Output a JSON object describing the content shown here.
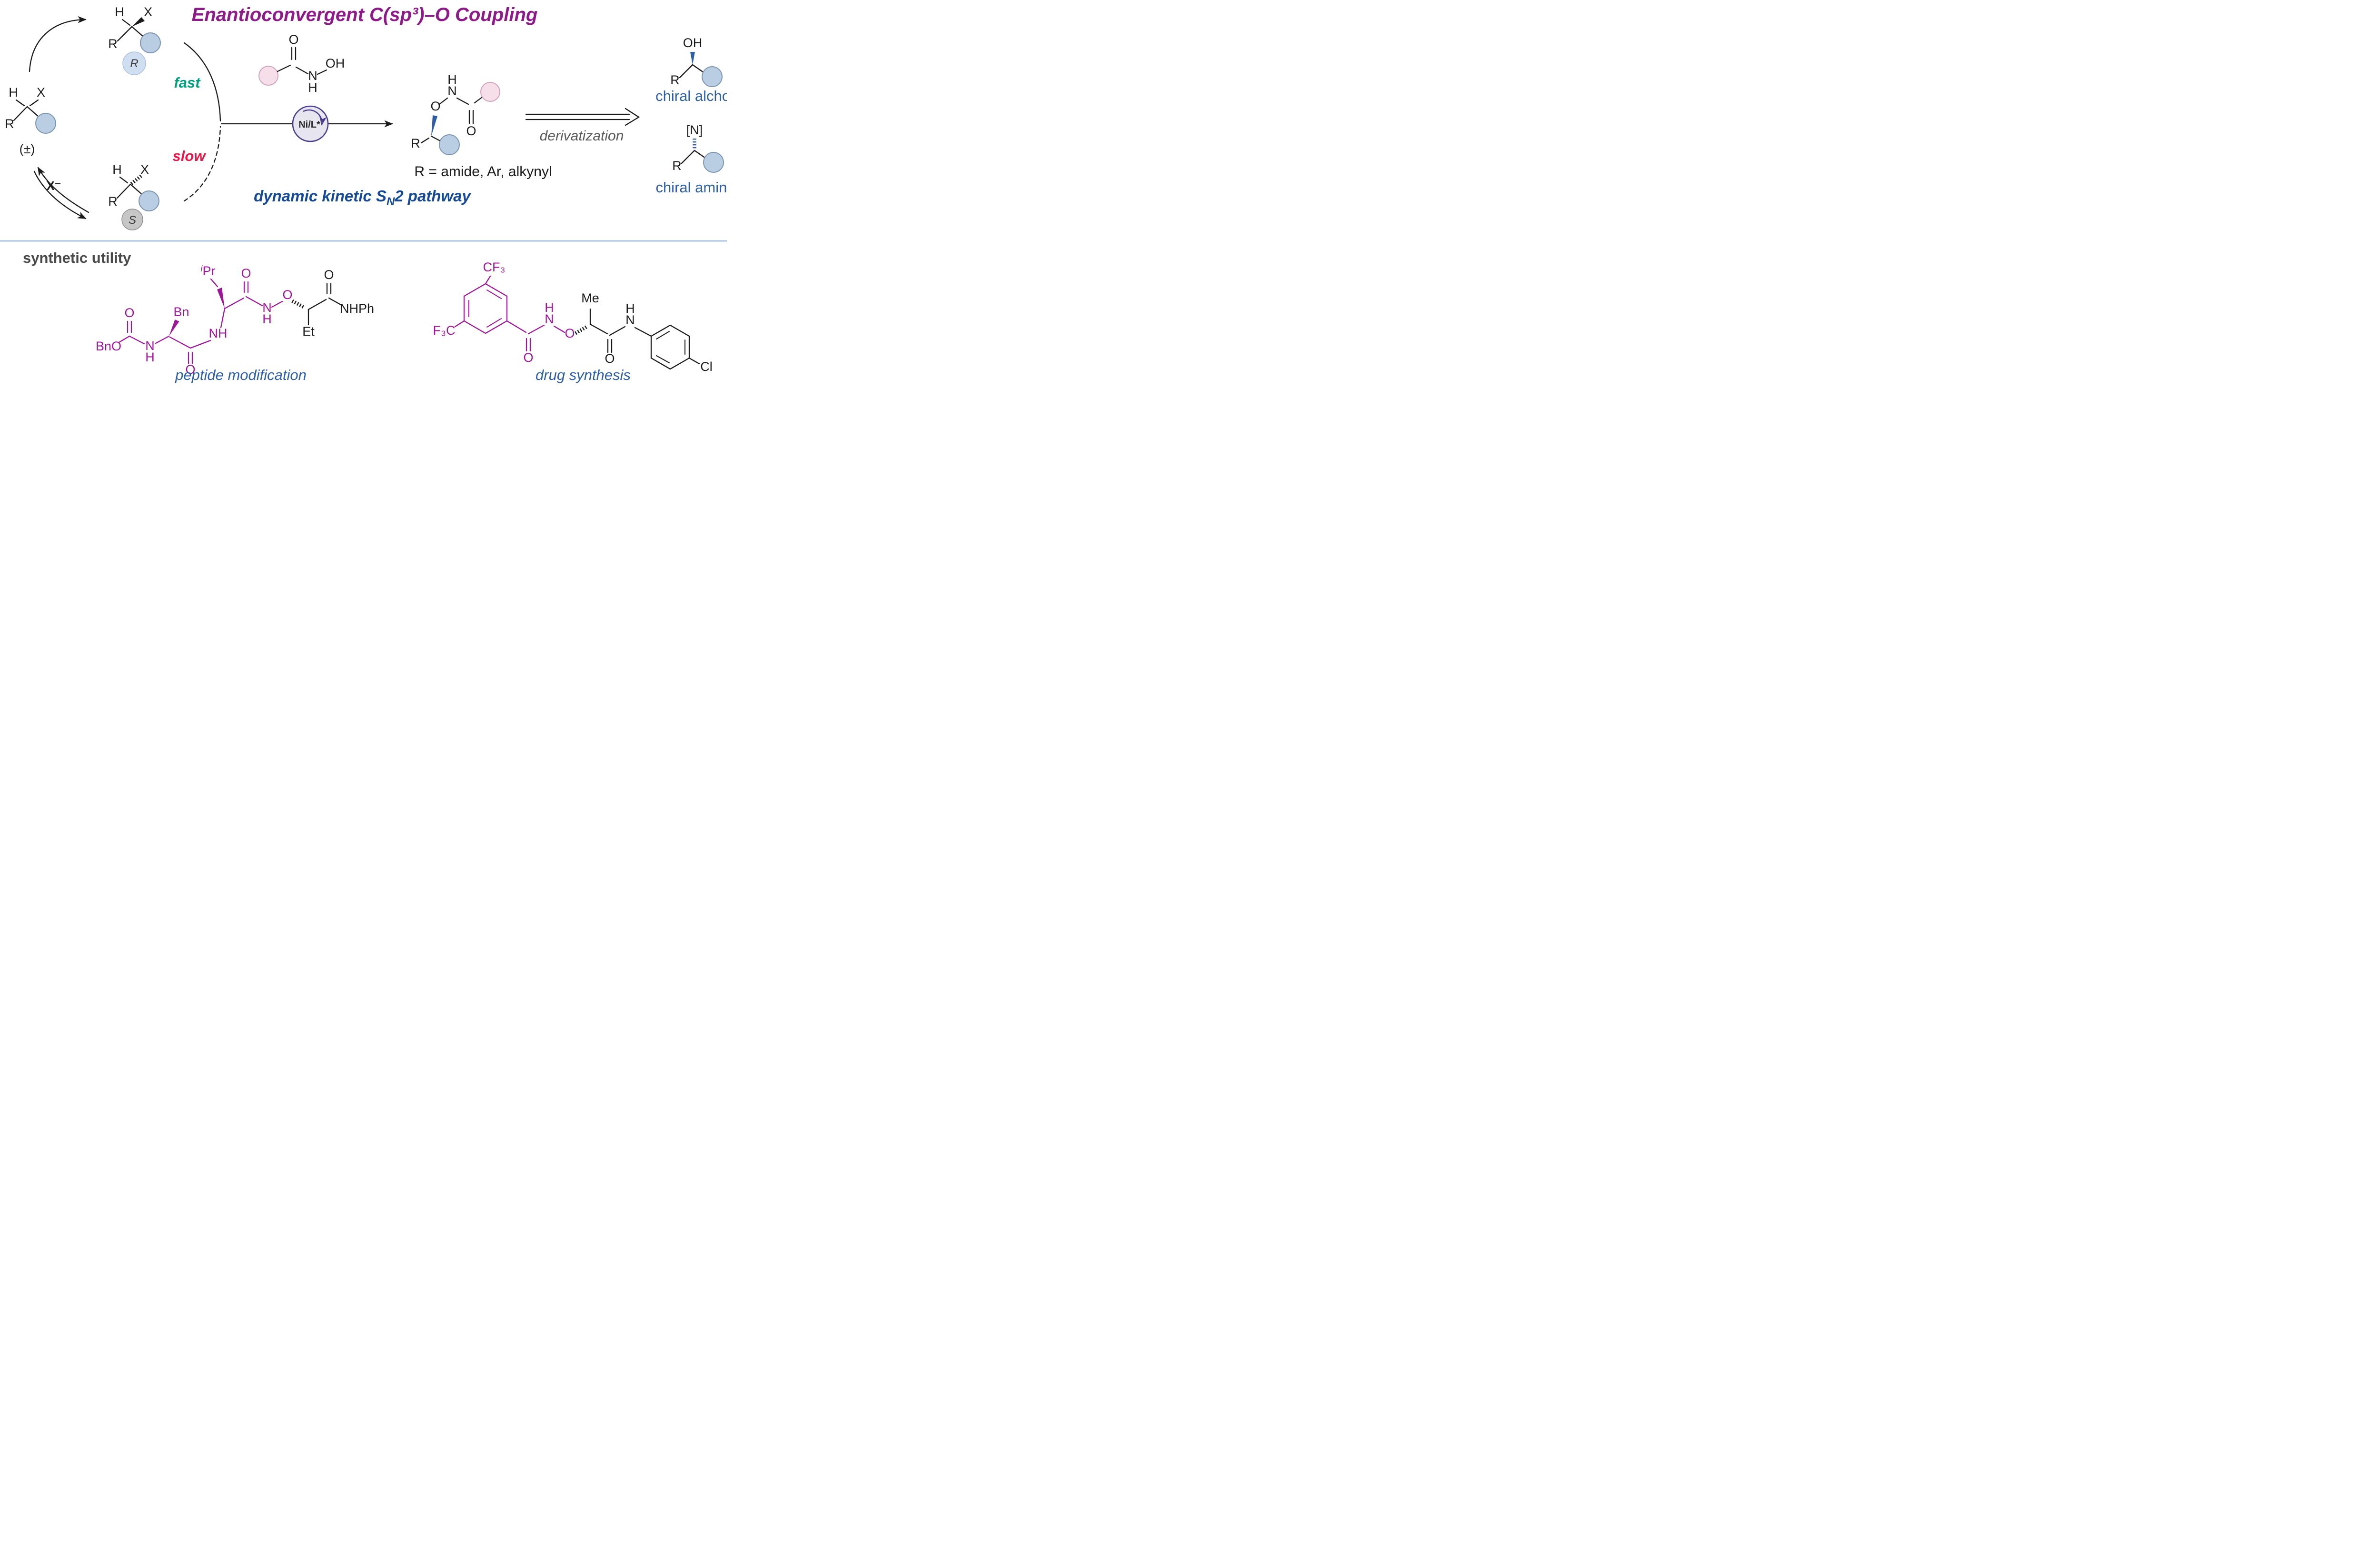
{
  "colors": {
    "title-purple": "#8e1a8a",
    "fast-teal": "#00a07e",
    "slow-red": "#e8174b",
    "pathway-navy": "#164a94",
    "caption-blue": "#2e5fa3",
    "structure-magenta": "#9e179b",
    "derivatization-gray": "#5a5a5a",
    "utility-gray": "#4a4a4a",
    "bond-black": "#1a1a1a",
    "stereo-blue": "#2e5fa3",
    "blue-circle-fill": "#b9cde3",
    "blue-circle-stroke": "#7d95b0",
    "badge-blue-fill": "#cfdef1",
    "badge-blue-stroke": "#a9bfdb",
    "pink-circle-fill": "#f7dfe9",
    "pink-circle-stroke": "#d0a4be",
    "gray-circle-fill": "#c6c6c6",
    "gray-circle-stroke": "#8f8f8f",
    "ni-circle-fill": "#e7e6f0",
    "ni-circle-stroke": "#4a3e8c",
    "divider-blue": "#a9c3e1"
  },
  "header": {
    "title": "Enantioconvergent C(sp³)–O Coupling"
  },
  "cycle": {
    "fast": "fast",
    "slow": "slow",
    "racemic": "(±)",
    "x_leaving": "X⁻",
    "r_descriptor": "R",
    "s_descriptor": "S"
  },
  "reaction": {
    "catalyst": "Ni/L*",
    "scope": "R = amide, Ar, alkynyl",
    "pathway_pre": "dynamic kinetic S",
    "pathway_sub": "N",
    "pathway_post": "2 pathway",
    "derivatization": "derivatization",
    "chiral_alcohol": "chiral alchol",
    "chiral_amine": "chiral amine"
  },
  "utility": {
    "heading": "synthetic utility",
    "peptide_caption": "peptide modification",
    "drug_caption": "drug synthesis"
  },
  "atoms": {
    "H": "H",
    "X": "X",
    "R": "R",
    "O": "O",
    "N": "N",
    "OH": "OH",
    "NH": "NH",
    "NHPh": "NHPh",
    "Et": "Et",
    "Me": "Me",
    "Bn": "Bn",
    "BnO": "BnO",
    "Cl": "Cl",
    "CF3": "CF₃",
    "F3C": "F₃C",
    "N_bracket": "[N]",
    "iPr_sup": "i",
    "iPr_base": "Pr"
  }
}
